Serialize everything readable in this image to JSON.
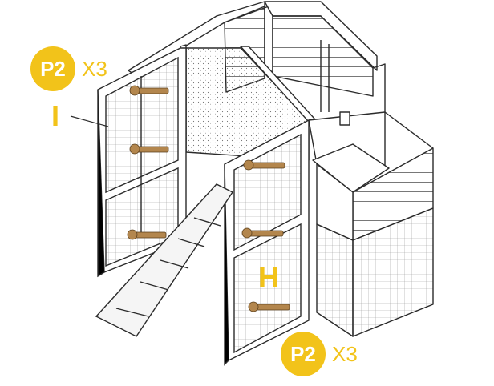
{
  "callouts": [
    {
      "part": "P2",
      "quantity": "X3"
    },
    {
      "part": "P2",
      "quantity": "X3"
    }
  ],
  "labels": {
    "panel_i": "I",
    "panel_h": "H"
  },
  "colors": {
    "accent": "#f2c31a",
    "line": "#2b2b2b",
    "screw": "#b3864d"
  },
  "icons": [
    "screw-icon",
    "mesh-panel",
    "ramp"
  ]
}
